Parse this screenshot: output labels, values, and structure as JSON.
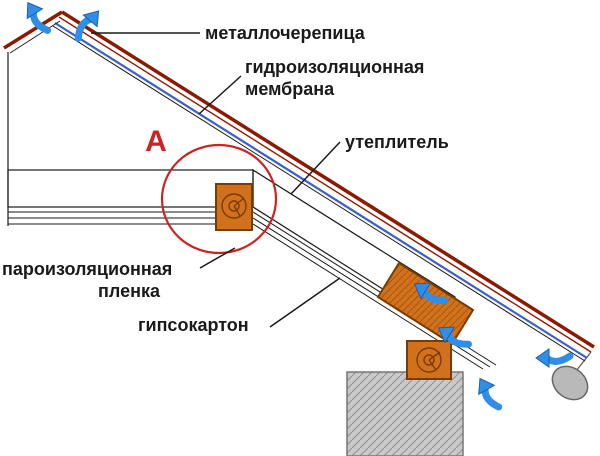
{
  "figure": {
    "type": "roof-construction-cross-section",
    "detail_marker": "А",
    "labels": {
      "metal_tile": "металлочерепица",
      "membrane_line1": "гидроизоляционная",
      "membrane_line2": "мембрана",
      "insulation": "утеплитель",
      "vapor_barrier_line1": "пароизоляционная",
      "vapor_barrier_line2": "пленка",
      "drywall": "гипсокартон"
    },
    "colors": {
      "roofing": "#8b1a00",
      "membrane": "#3a5fc8",
      "insulation_fill": "#e9c94c",
      "insulation_hatch": "#b9882a",
      "wood": "#d2711c",
      "wood_dark": "#7a3b00",
      "air_arrow": "#2f8fe8",
      "marker_red": "#cc2222",
      "wall_gray": "#c9c9c9",
      "line_black": "#1a1a1a",
      "background": "#ffffff"
    }
  }
}
